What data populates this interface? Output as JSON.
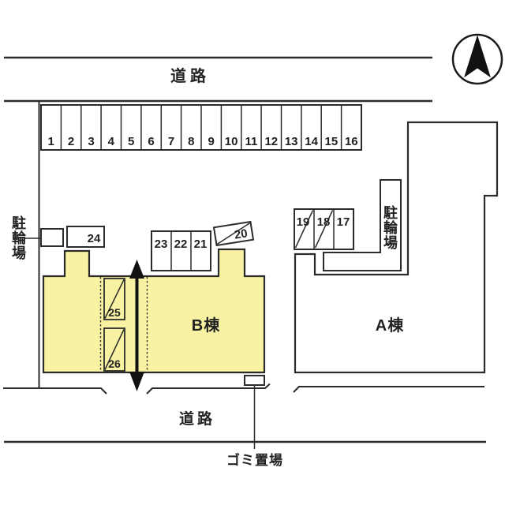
{
  "labels": {
    "road_top": "道路",
    "road_bottom": "道路",
    "building_a": "A棟",
    "building_b": "B棟",
    "garbage": "ゴミ置場",
    "bicycle_left": "駐輪場",
    "bicycle_left_chars": [
      "駐",
      "輪",
      "場"
    ],
    "bicycle_right": "駐輪場",
    "bicycle_right_chars": [
      "駐",
      "輪",
      "場"
    ]
  },
  "parking": {
    "top_row": [
      "1",
      "2",
      "3",
      "4",
      "5",
      "6",
      "7",
      "8",
      "9",
      "10",
      "11",
      "12",
      "13",
      "14",
      "15",
      "16"
    ],
    "row_b_upper": [
      "23",
      "22",
      "21"
    ],
    "row_a_upper": [
      "19",
      "18",
      "17"
    ],
    "space_20": "20",
    "space_24": "24",
    "space_25": "25",
    "space_26": "26"
  },
  "icons": {
    "compass": "north-arrow",
    "driveway": "two-way-arrow"
  },
  "colors": {
    "building_b_fill": "#F8F2A2",
    "building_a_fill": "#FFFFFF",
    "line": "#2B2B2B",
    "needle": "#111111"
  }
}
